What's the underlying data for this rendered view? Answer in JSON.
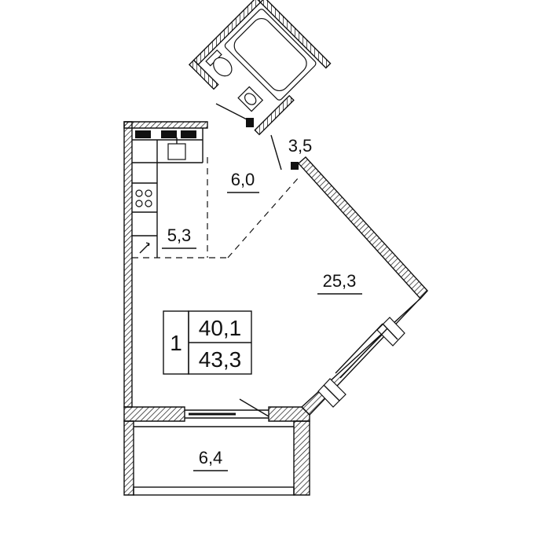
{
  "plan": {
    "rooms": {
      "bathroom_area": "3,5",
      "hall_area": "6,0",
      "kitchen_area": "5,3",
      "living_area": "25,3",
      "balcony_area": "6,4"
    },
    "summary": {
      "rooms_count": "1",
      "living_total": "40,1",
      "total_area": "43,3"
    },
    "colors": {
      "line": "#111111",
      "background": "#ffffff"
    }
  }
}
